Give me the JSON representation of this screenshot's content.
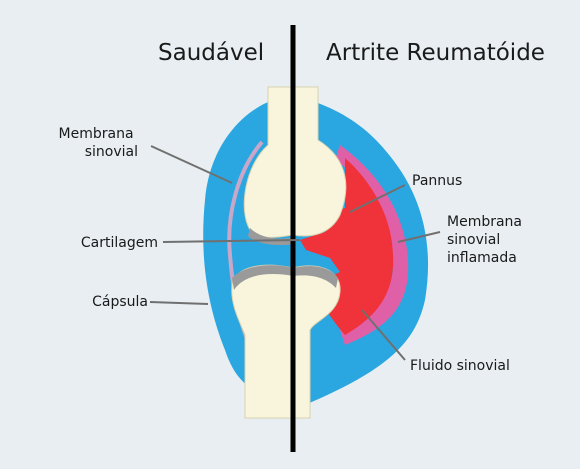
{
  "headings": {
    "left": "Saudável",
    "right": "Artrite Reumatóide"
  },
  "labels_left": {
    "membrana_line1": "Membrana",
    "membrana_line2": "sinovial",
    "cartilagem": "Cartilagem",
    "capsula": "Cápsula"
  },
  "labels_right": {
    "pannus": "Pannus",
    "membrana_inflamada_line1": "Membrana",
    "membrana_inflamada_line2": "sinovial",
    "membrana_inflamada_line3": "inflamada",
    "fluido": "Fluido sinovial"
  },
  "colors": {
    "background": "#e8eef1",
    "capsule": "#2aa7e0",
    "bone": "#f8f5dc",
    "bone_outline": "#d8d2b0",
    "cartilage": "#9a9a9a",
    "membrane": "#c9a7c9",
    "inflamed_membrane": "#e060a8",
    "pannus": "#f0323a",
    "divider": "#000000",
    "leader": "#707070"
  }
}
